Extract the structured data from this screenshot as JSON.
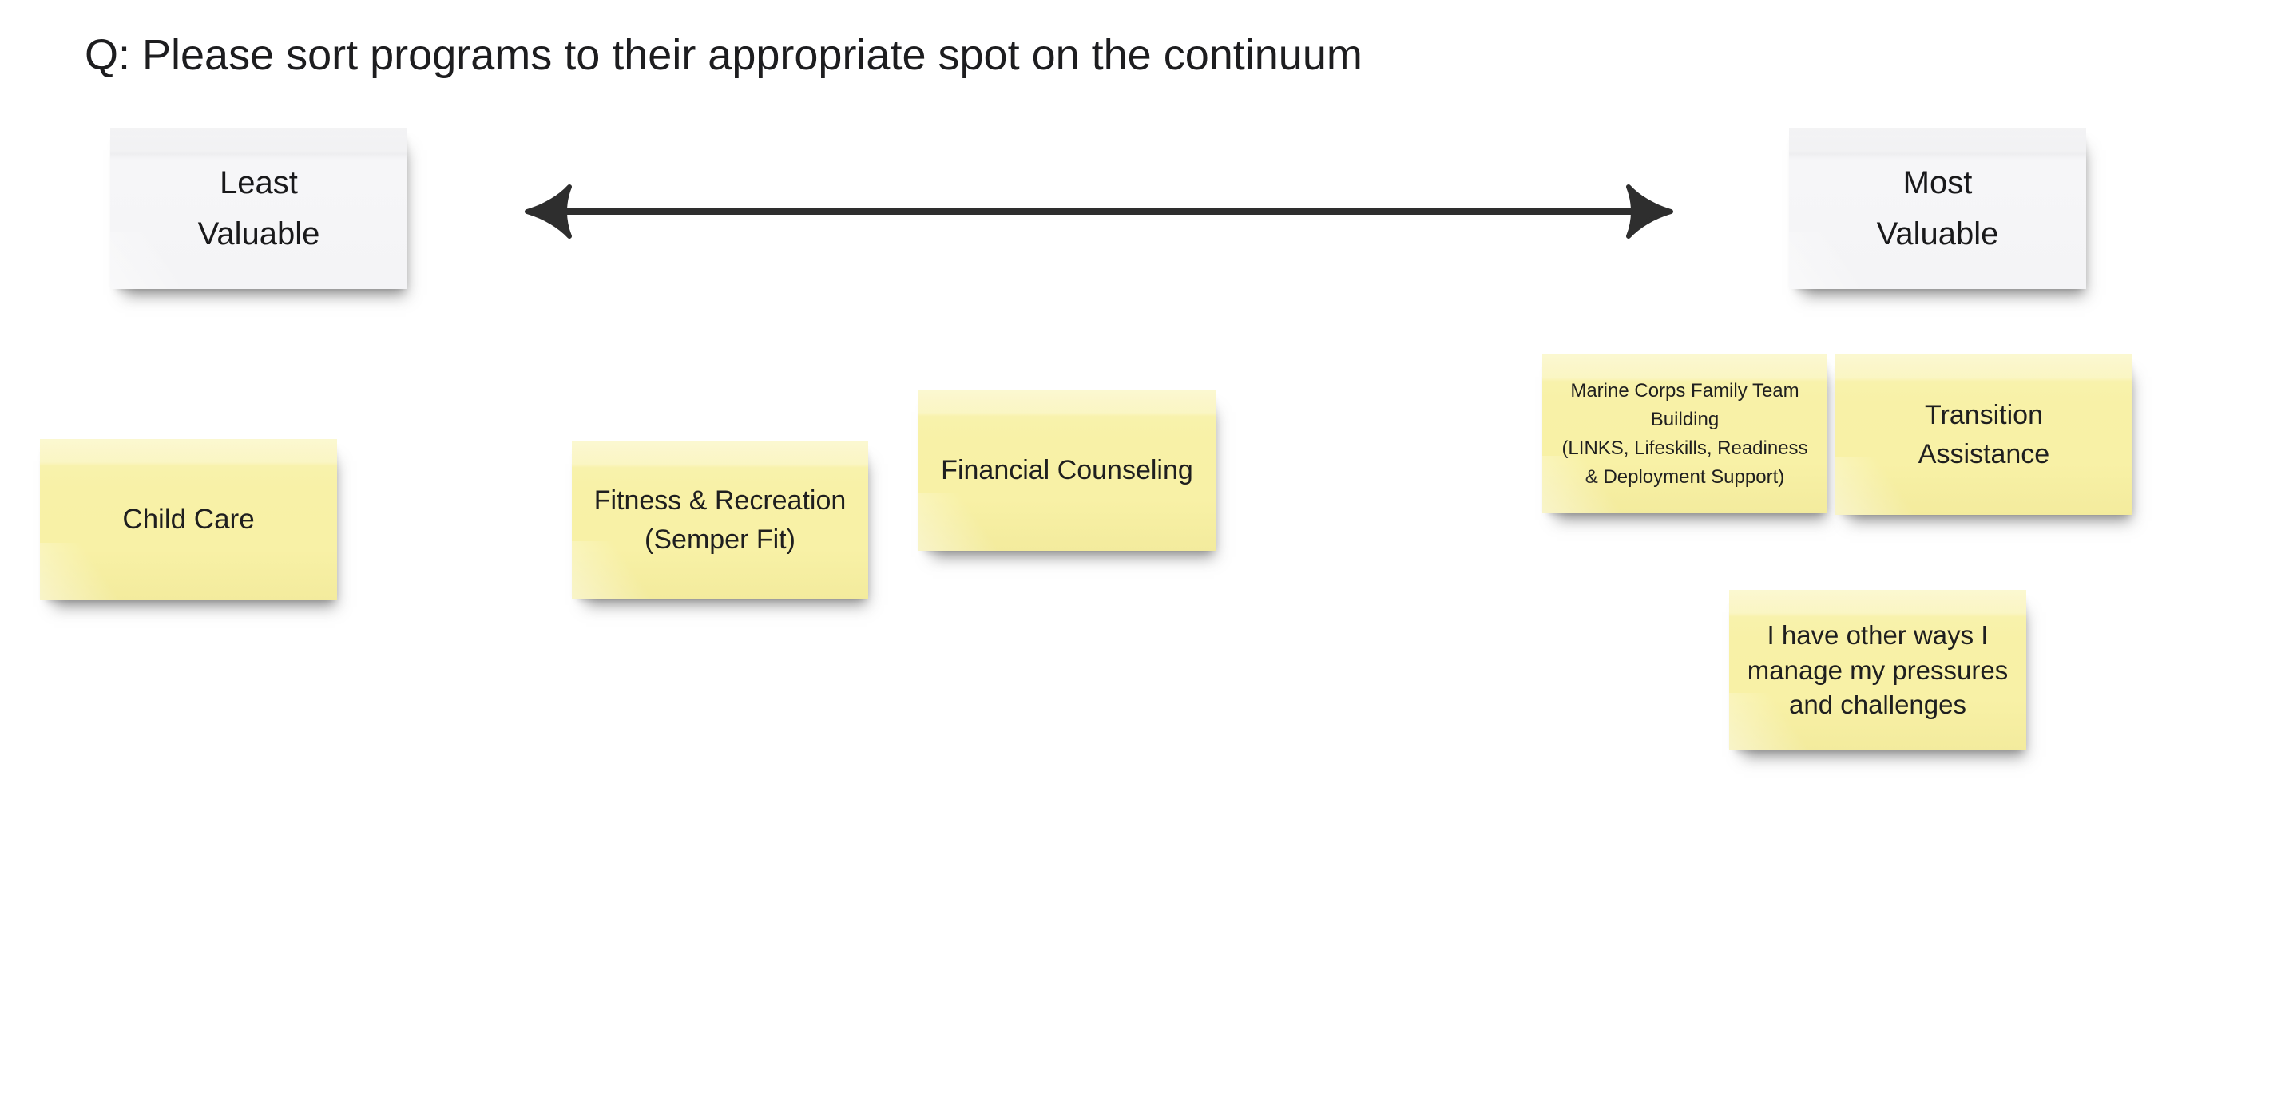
{
  "board": {
    "title": "Q: Please sort programs to their appropriate spot on the continuum",
    "background_color": "#ffffff",
    "text_color": "#1d1d1f"
  },
  "continuum": {
    "left_anchor": {
      "label": "Least\nValuable"
    },
    "right_anchor": {
      "label": "Most\nValuable"
    },
    "arrow": {
      "style": "double-headed",
      "color": "#2e2e2e"
    },
    "anchor_note_color": "#f4f4f6"
  },
  "notes": {
    "color": "#f8f1a6",
    "items": [
      {
        "id": "child-care",
        "text": "Child Care",
        "placement": "far left (least valuable)"
      },
      {
        "id": "fitness-recreation-semper-fit",
        "text": "Fitness & Recreation\n(Semper Fit)",
        "placement": "center-left"
      },
      {
        "id": "financial-counseling",
        "text": "Financial Counseling",
        "placement": "center"
      },
      {
        "id": "marine-corps-family-team-building",
        "text": "Marine Corps Family Team\nBuilding\n(LINKS, Lifeskills, Readiness\n& Deployment Support)",
        "placement": "right (most valuable)"
      },
      {
        "id": "transition-assistance",
        "text": "Transition\nAssistance",
        "placement": "far right (most valuable)"
      },
      {
        "id": "i-have-other-ways",
        "text": "I have other ways I\nmanage my pressures\nand challenges",
        "placement": "right, below row"
      }
    ]
  }
}
